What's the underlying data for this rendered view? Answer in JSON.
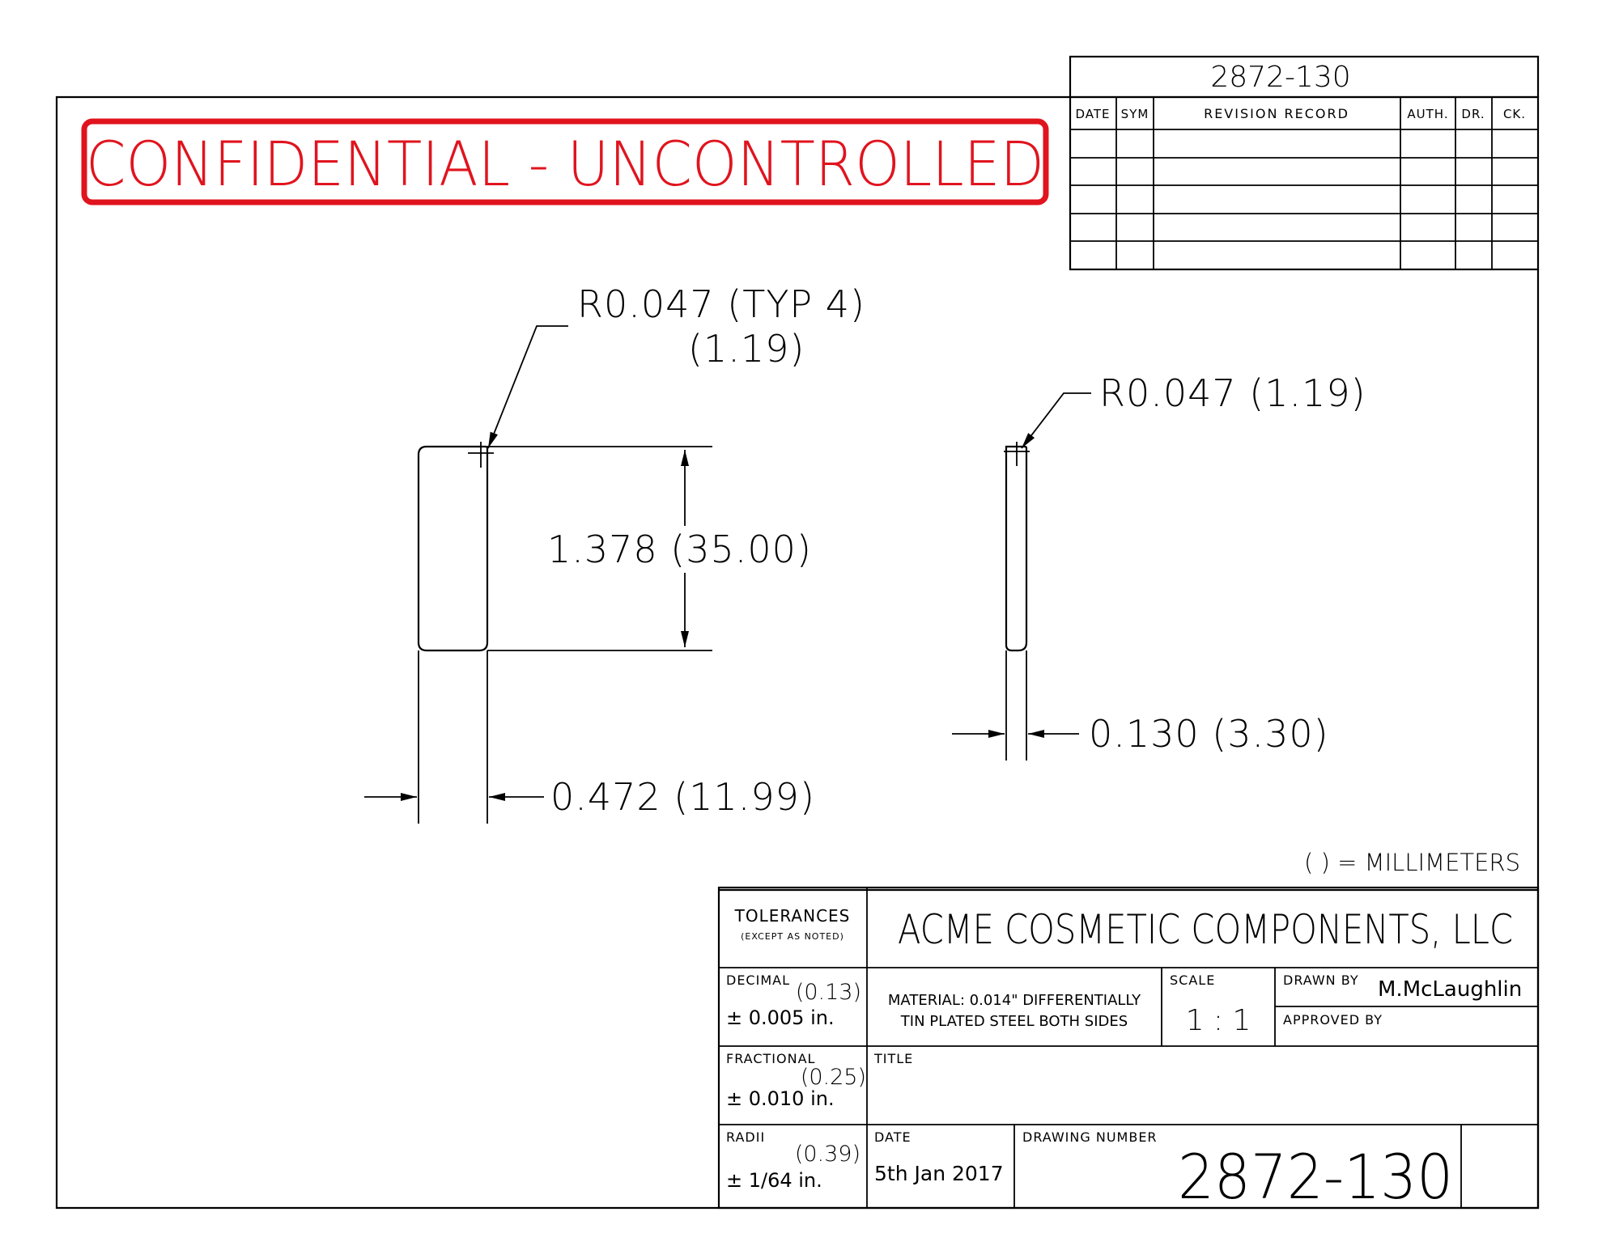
{
  "header_drawing_number": "2872-130",
  "revision_table": {
    "headers": [
      "DATE",
      "SYM",
      "REVISION RECORD",
      "AUTH.",
      "DR.",
      "CK."
    ],
    "row_count": 5
  },
  "stamp": {
    "text": "CONFIDENTIAL - UNCONTROLLED",
    "color": "#e0141e"
  },
  "dimensions": {
    "left_radius": "R0.047 (TYP 4)",
    "left_radius_mm": "(1.19)",
    "height": "1.378 (35.00)",
    "width": "0.472 (11.99)",
    "right_radius": "R0.047 (1.19)",
    "thickness": "0.130 (3.30)"
  },
  "units_note": "( ) = MILLIMETERS",
  "title_block": {
    "tolerances_label": "TOLERANCES",
    "tolerances_sub": "(EXCEPT AS NOTED)",
    "company": "ACME COSMETIC COMPONENTS, LLC",
    "decimal_label": "DECIMAL",
    "decimal_mm": "(0.13)",
    "decimal_value": "± 0.005 in.",
    "material_line1": "MATERIAL: 0.014\" DIFFERENTIALLY",
    "material_line2": "TIN PLATED STEEL BOTH SIDES",
    "scale_label": "SCALE",
    "scale_value": "1 : 1",
    "drawn_by_label": "DRAWN BY",
    "drawn_by_value": "M.McLaughlin",
    "approved_by_label": "APPROVED BY",
    "fractional_label": "FRACTIONAL",
    "fractional_mm": "(0.25)",
    "fractional_value": "± 0.010 in.",
    "title_label": "TITLE",
    "radii_label": "RADII",
    "radii_mm": "(0.39)",
    "radii_value": "± 1/64 in.",
    "date_label": "DATE",
    "date_value": "5th Jan 2017",
    "drawing_number_label": "DRAWING NUMBER",
    "drawing_number_value": "2872-130"
  }
}
